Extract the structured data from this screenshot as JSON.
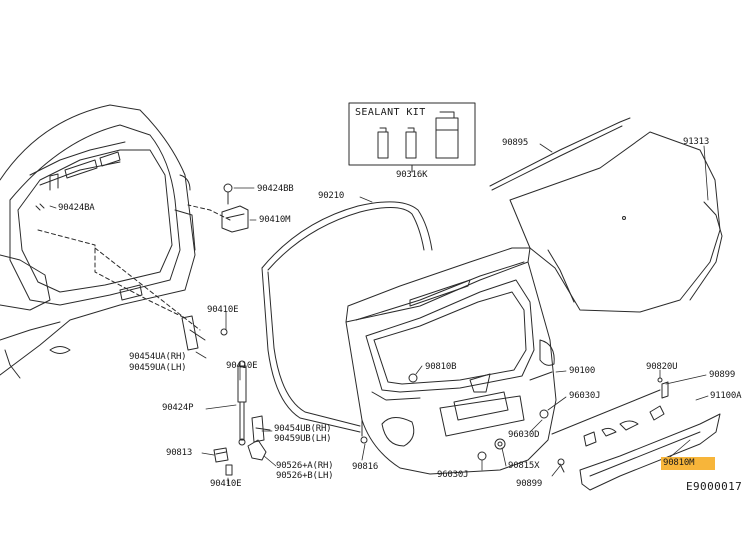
{
  "sealant_kit": {
    "title": "SEALANT KIT",
    "part": "90316K"
  },
  "labels": {
    "p90895": "90895",
    "p91313": "91313",
    "p90424BB": "90424BB",
    "p90410M": "90410M",
    "p90210": "90210",
    "p90424BA": "90424BA",
    "p90410E_a": "90410E",
    "p90454UA_rh": "90454UA(RH)",
    "p90459UA_lh": "90459UA(LH)",
    "p90410E_b": "90410E",
    "p90424P": "90424P",
    "p90454UB_rh": "90454UB(RH)",
    "p90459UB_lh": "90459UB(LH)",
    "p90813": "90813",
    "p90410E_c": "90410E",
    "p90526A_rh": "90526+A(RH)",
    "p90526B_lh": "90526+B(LH)",
    "p90816": "90816",
    "p90810B": "90810B",
    "p90100": "90100",
    "p96030J_a": "96030J",
    "p96030D": "96030D",
    "p96030J_b": "96030J",
    "p90815X": "90815X",
    "p90899_a": "90899",
    "p90820U": "90820U",
    "p90899_b": "90899",
    "p91100A": "91100A",
    "p90810M": "90810M"
  },
  "diagram_code": "E9000017",
  "colors": {
    "line": "#2b2b2b",
    "highlight": "#f7b53a"
  }
}
